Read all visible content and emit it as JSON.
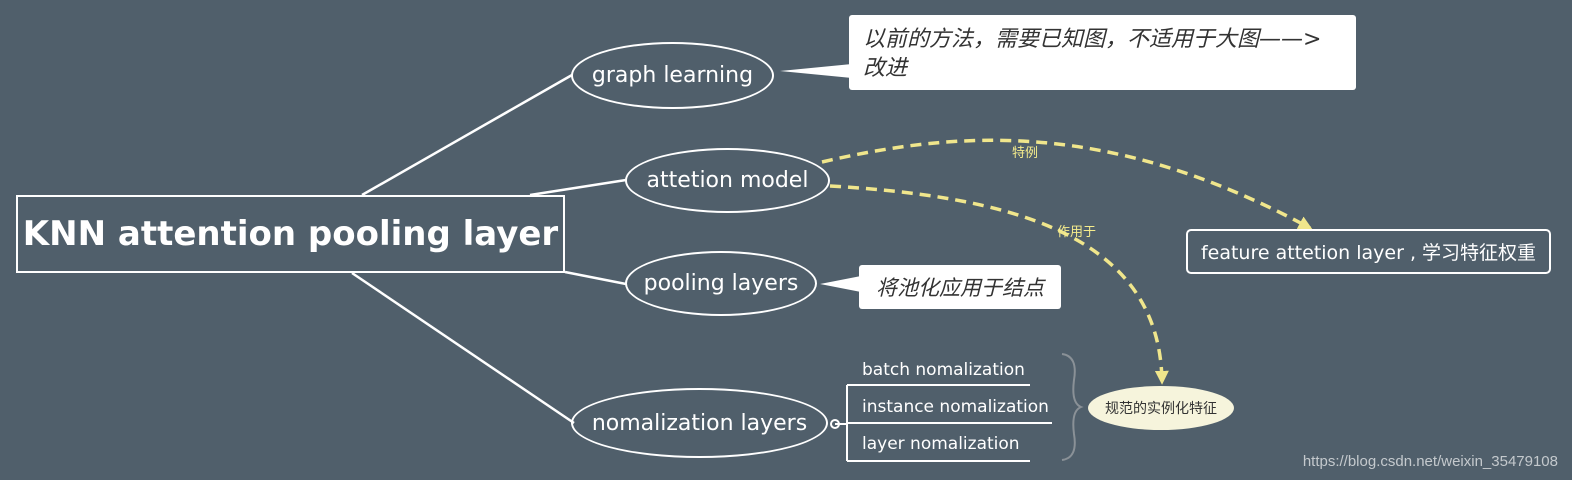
{
  "root": {
    "label": "KNN attention pooling layer"
  },
  "branches": {
    "graph_learning": "graph learning",
    "attention_model": "attetion model",
    "pooling_layers": "pooling layers",
    "normalization_layers": "nomalization layers"
  },
  "notes": {
    "graph_learning": "以前的方法，需要已知图，不适用于大图——>改进",
    "pooling_layers": "将池化应用于结点"
  },
  "normalization_children": [
    "batch nomalization",
    "instance nomalization",
    "layer nomalization"
  ],
  "summary_label": "规范的实例化特征",
  "relations": {
    "special_case": "特例",
    "applied_to": "作用于"
  },
  "feature_node": "feature attetion layer , 学习特征权重",
  "watermark": "https://blog.csdn.net/weixin_35479108",
  "colors": {
    "background": "#505f6b",
    "lines": "#ffffff",
    "relation_dash": "#f0e68c",
    "summary_fill": "#f6f4dc"
  }
}
